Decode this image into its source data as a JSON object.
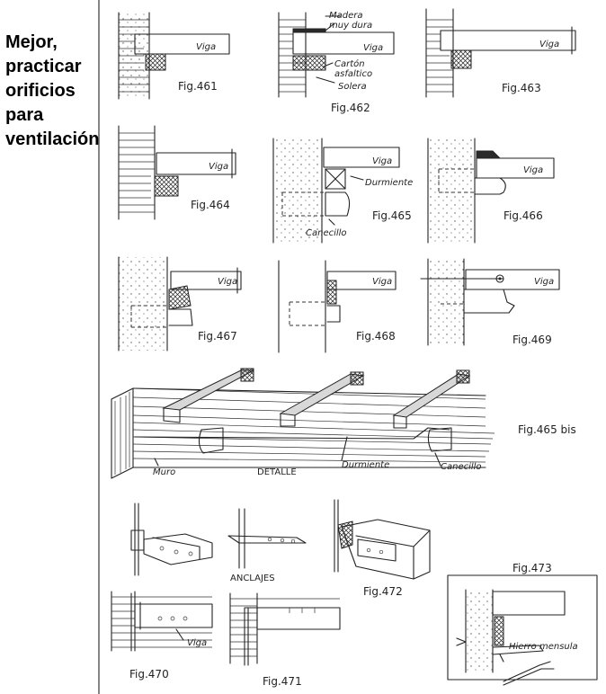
{
  "note": {
    "lines": [
      "Mejor,",
      "practicar",
      "orificios",
      "para",
      "ventilación"
    ]
  },
  "labels": {
    "viga": "Viga",
    "madera_muy_dura": [
      "Madera",
      "muy dura"
    ],
    "carton_asfaltico": [
      "Cartón",
      "asfaltico"
    ],
    "solera": "Solera",
    "durmiente": "Durmiente",
    "canecillo": "Canecillo",
    "muro": "Muro",
    "detalle": "DETALLE",
    "anclajes": "ANCLAJES",
    "hierro_mensula": "Hierro mensula"
  },
  "figures": {
    "f461": "Fig.461",
    "f462": "Fig.462",
    "f463": "Fig.463",
    "f464": "Fig.464",
    "f465": "Fig.465",
    "f466": "Fig.466",
    "f467": "Fig.467",
    "f468": "Fig.468",
    "f469": "Fig.469",
    "f465bis": "Fig.465 bis",
    "f470": "Fig.470",
    "f471": "Fig.471",
    "f472": "Fig.472",
    "f473": "Fig.473"
  }
}
